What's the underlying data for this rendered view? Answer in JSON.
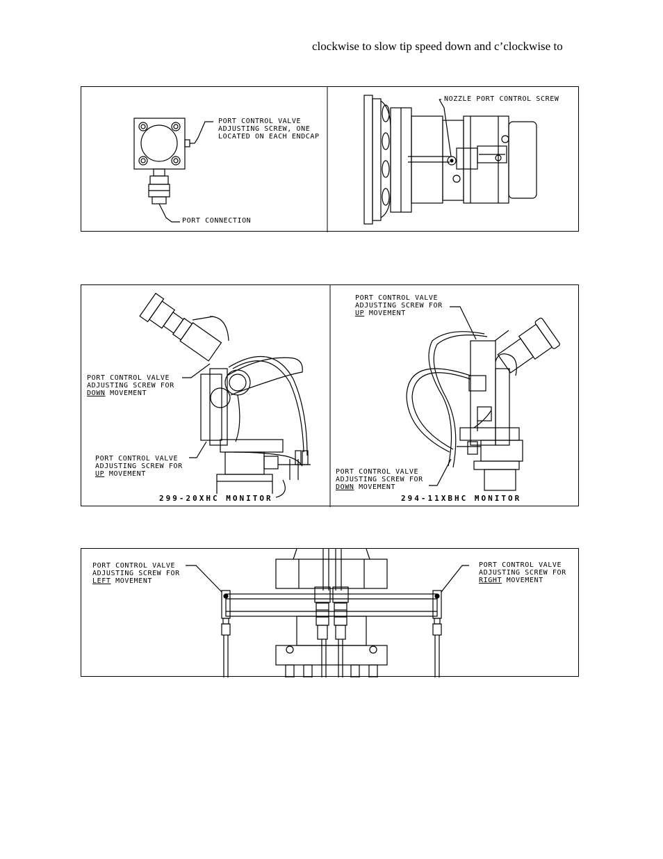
{
  "header": {
    "text": "clockwise to slow tip speed down and c’clockwise to"
  },
  "figure1": {
    "left_callout": {
      "line1": "PORT CONTROL VALVE",
      "line2": "ADJUSTING SCREW, ONE",
      "line3": "LOCATED ON EACH ENDCAP"
    },
    "port_connection": "PORT CONNECTION",
    "right_callout": "NOZZLE PORT CONTROL SCREW"
  },
  "figure2": {
    "left": {
      "down": {
        "line1": "PORT CONTROL VALVE",
        "line2": "ADJUSTING SCREW FOR",
        "emph": "DOWN",
        "rest": " MOVEMENT"
      },
      "up": {
        "line1": "PORT CONTROL VALVE",
        "line2": "ADJUSTING SCREW FOR",
        "emph": "UP",
        "rest": " MOVEMENT"
      },
      "caption": "299-20XHC MONITOR"
    },
    "right": {
      "up": {
        "line1": "PORT CONTROL VALVE",
        "line2": "ADJUSTING SCREW FOR",
        "emph": "UP",
        "rest": " MOVEMENT"
      },
      "down": {
        "line1": "PORT CONTROL VALVE",
        "line2": "ADJUSTING SCREW FOR",
        "emph": "DOWN",
        "rest": " MOVEMENT"
      },
      "caption": "294-11XBHC MONITOR"
    }
  },
  "figure3": {
    "left": {
      "line1": "PORT CONTROL VALVE",
      "line2": "ADJUSTING SCREW FOR",
      "emph": "LEFT",
      "rest": " MOVEMENT"
    },
    "right": {
      "line1": "PORT CONTROL VALVE",
      "line2": "ADJUSTING SCREW FOR",
      "emph": "RIGHT",
      "rest": " MOVEMENT"
    }
  }
}
